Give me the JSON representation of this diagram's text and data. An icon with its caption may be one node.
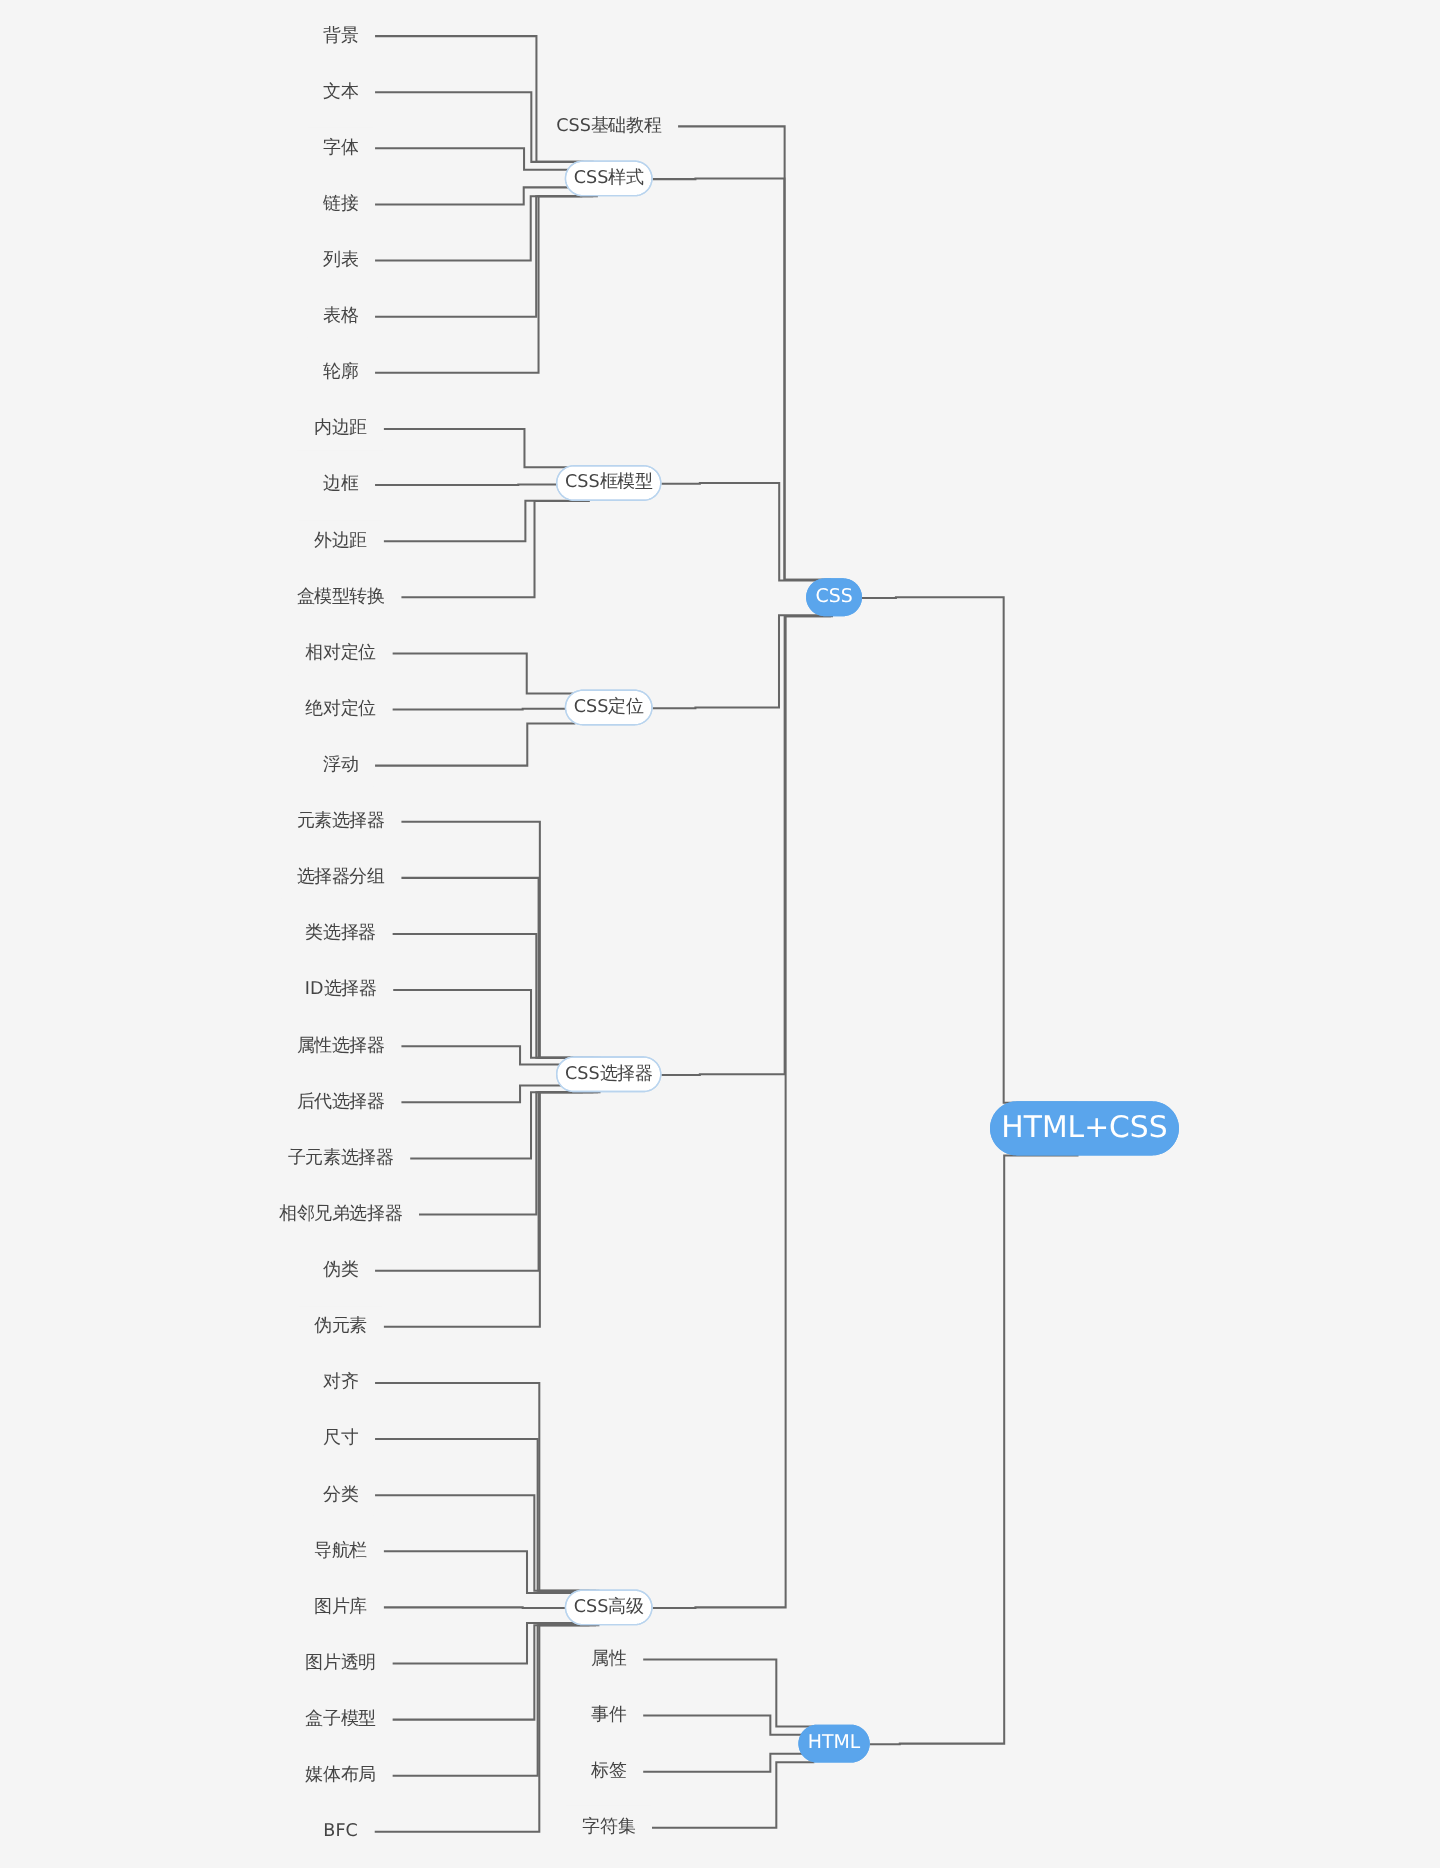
{
  "diagram": {
    "nodes": [
      {
        "text": [
          "HTML+CSS"
        ]
      },
      {
        "text": [
          "CSS"
        ]
      },
      {
        "text": [
          "CSS基础教程"
        ]
      },
      {
        "text": [
          "CSS样式"
        ]
      },
      {
        "text": [
          "背景"
        ]
      },
      {
        "text": [
          "文本"
        ]
      },
      {
        "text": [
          "字体"
        ]
      },
      {
        "text": [
          "链接"
        ]
      },
      {
        "text": [
          "列表"
        ]
      },
      {
        "text": [
          "表格"
        ]
      },
      {
        "text": [
          "轮廓"
        ]
      },
      {
        "text": [
          "CSS框模型"
        ]
      },
      {
        "text": [
          "内边距"
        ]
      },
      {
        "text": [
          "边框"
        ]
      },
      {
        "text": [
          "外边距"
        ]
      },
      {
        "text": [
          "盒模型转换"
        ]
      },
      {
        "text": [
          "CSS定位"
        ]
      },
      {
        "text": [
          "相对定位"
        ]
      },
      {
        "text": [
          "绝对定位"
        ]
      },
      {
        "text": [
          "浮动"
        ]
      },
      {
        "text": [
          "CSS选择器"
        ]
      },
      {
        "text": [
          "元素选择器"
        ]
      },
      {
        "text": [
          "选择器分组"
        ]
      },
      {
        "text": [
          "类选择器"
        ]
      },
      {
        "text": [
          "ID选择器"
        ]
      },
      {
        "text": [
          "属性选择器"
        ]
      },
      {
        "text": [
          "后代选择器"
        ]
      },
      {
        "text": [
          "子元素选择器"
        ]
      },
      {
        "text": [
          "相邻兄弟选择器"
        ]
      },
      {
        "text": [
          "伪类"
        ]
      },
      {
        "text": [
          "伪元素"
        ]
      },
      {
        "text": [
          "CSS高级"
        ]
      },
      {
        "text": [
          "对齐"
        ]
      },
      {
        "text": [
          "尺寸"
        ]
      },
      {
        "text": [
          "分类"
        ]
      },
      {
        "text": [
          "导航栏"
        ]
      },
      {
        "text": [
          "图片库"
        ]
      },
      {
        "text": [
          "图片透明"
        ]
      },
      {
        "text": [
          "盒子模型"
        ]
      },
      {
        "text": [
          "媒体布局"
        ]
      },
      {
        "text": [
          "BFC"
        ]
      },
      {
        "text": [
          "HTML"
        ]
      },
      {
        "text": [
          "属性"
        ]
      },
      {
        "text": [
          "事件"
        ]
      },
      {
        "text": [
          "标签"
        ]
      },
      {
        "text": [
          "字符集"
        ]
      }
    ],
    "edges": [
      {
        "from": 0,
        "to": 1,
        "arrow": "none"
      },
      {
        "from": 1,
        "to": 2,
        "arrow": "none"
      },
      {
        "from": 1,
        "to": 3,
        "arrow": "none"
      },
      {
        "from": 3,
        "to": 4,
        "arrow": "none"
      },
      {
        "from": 3,
        "to": 5,
        "arrow": "none"
      },
      {
        "from": 3,
        "to": 6,
        "arrow": "none"
      },
      {
        "from": 3,
        "to": 7,
        "arrow": "none"
      },
      {
        "from": 3,
        "to": 8,
        "arrow": "none"
      },
      {
        "from": 3,
        "to": 9,
        "arrow": "none"
      },
      {
        "from": 3,
        "to": 10,
        "arrow": "none"
      },
      {
        "from": 1,
        "to": 11,
        "arrow": "none"
      },
      {
        "from": 11,
        "to": 12,
        "arrow": "none"
      },
      {
        "from": 11,
        "to": 13,
        "arrow": "none"
      },
      {
        "from": 11,
        "to": 14,
        "arrow": "none"
      },
      {
        "from": 11,
        "to": 15,
        "arrow": "none"
      },
      {
        "from": 1,
        "to": 16,
        "arrow": "none"
      },
      {
        "from": 16,
        "to": 17,
        "arrow": "none"
      },
      {
        "from": 16,
        "to": 18,
        "arrow": "none"
      },
      {
        "from": 16,
        "to": 19,
        "arrow": "none"
      },
      {
        "from": 1,
        "to": 20,
        "arrow": "none"
      },
      {
        "from": 20,
        "to": 21,
        "arrow": "none"
      },
      {
        "from": 20,
        "to": 22,
        "arrow": "none"
      },
      {
        "from": 20,
        "to": 23,
        "arrow": "none"
      },
      {
        "from": 20,
        "to": 24,
        "arrow": "none"
      },
      {
        "from": 20,
        "to": 25,
        "arrow": "none"
      },
      {
        "from": 20,
        "to": 26,
        "arrow": "none"
      },
      {
        "from": 20,
        "to": 27,
        "arrow": "none"
      },
      {
        "from": 20,
        "to": 28,
        "arrow": "none"
      },
      {
        "from": 20,
        "to": 29,
        "arrow": "none"
      },
      {
        "from": 20,
        "to": 30,
        "arrow": "none"
      },
      {
        "from": 1,
        "to": 31,
        "arrow": "none"
      },
      {
        "from": 31,
        "to": 32,
        "arrow": "none"
      },
      {
        "from": 31,
        "to": 33,
        "arrow": "none"
      },
      {
        "from": 31,
        "to": 34,
        "arrow": "none"
      },
      {
        "from": 31,
        "to": 35,
        "arrow": "none"
      },
      {
        "from": 31,
        "to": 36,
        "arrow": "none"
      },
      {
        "from": 31,
        "to": 37,
        "arrow": "none"
      },
      {
        "from": 31,
        "to": 38,
        "arrow": "none"
      },
      {
        "from": 31,
        "to": 39,
        "arrow": "none"
      },
      {
        "from": 31,
        "to": 40,
        "arrow": "none"
      },
      {
        "from": 0,
        "to": 41,
        "arrow": "none"
      },
      {
        "from": 41,
        "to": 42,
        "arrow": "none"
      },
      {
        "from": 41,
        "to": 43,
        "arrow": "none"
      },
      {
        "from": 41,
        "to": 44,
        "arrow": "none"
      },
      {
        "from": 41,
        "to": 45,
        "arrow": "none"
      }
    ]
  }
}
